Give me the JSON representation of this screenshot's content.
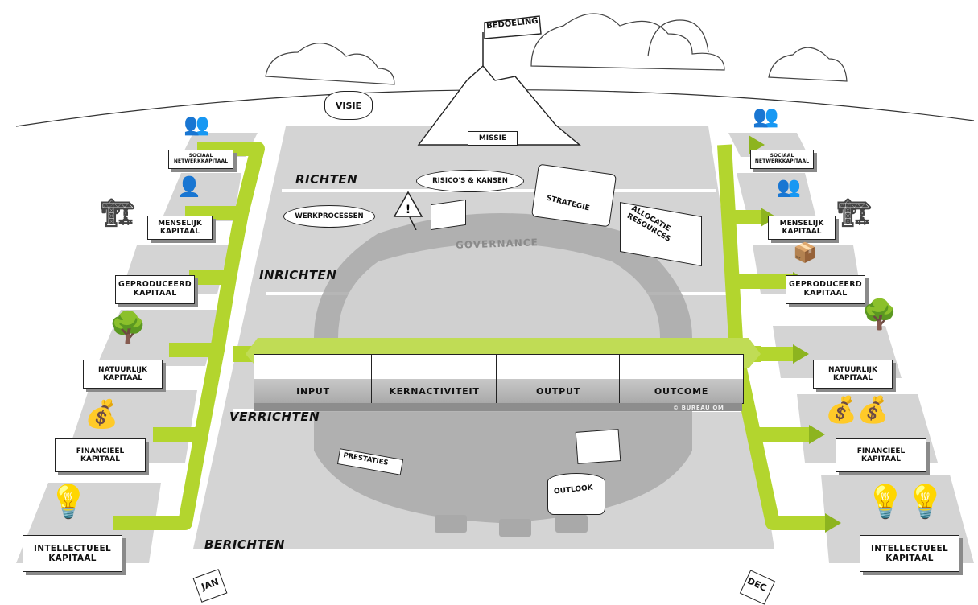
{
  "title_flag": "BEDOELING",
  "top": {
    "visie": "VISIE",
    "missie": "MISSIE"
  },
  "rows": [
    {
      "label": "RICHTEN"
    },
    {
      "label": "INRICHTEN"
    },
    {
      "label": "VERRICHTEN"
    },
    {
      "label": "BERICHTEN"
    }
  ],
  "richten_items": {
    "risicos": "RISICO'S & KANSEN",
    "werkprocessen": "WERKPROCESSEN",
    "strategie": "STRATEGIE",
    "allocatie_line1": "ALLOCATIE",
    "allocatie_line2": "RESOURCES",
    "governance": "GOVERNANCE"
  },
  "process": {
    "steps": [
      {
        "label": "INPUT"
      },
      {
        "label": "KERNACTIVITEIT"
      },
      {
        "label": "OUTPUT"
      },
      {
        "label": "OUTCOME"
      }
    ],
    "copyright": "© BUREAU OM"
  },
  "verrichten_items": {
    "prestaties": "PRESTATIES",
    "outlook": "OUTLOOK"
  },
  "calendar": {
    "start": "JAN",
    "end": "DEC"
  },
  "capitals_left": [
    {
      "line1": "SOCIAAL",
      "line2": "NETWERKKAPITAAL"
    },
    {
      "line1": "MENSELIJK",
      "line2": "KAPITAAL"
    },
    {
      "line1": "GEPRODUCEERD",
      "line2": "KAPITAAL"
    },
    {
      "line1": "NATUURLIJK",
      "line2": "KAPITAAL"
    },
    {
      "line1": "FINANCIEEL",
      "line2": "KAPITAAL"
    },
    {
      "line1": "INTELLECTUEEL",
      "line2": "KAPITAAL"
    }
  ],
  "capitals_right": [
    {
      "line1": "SOCIAAL",
      "line2": "NETWERKKAPITAAL"
    },
    {
      "line1": "MENSELIJK",
      "line2": "KAPITAAL"
    },
    {
      "line1": "GEPRODUCEERD",
      "line2": "KAPITAAL"
    },
    {
      "line1": "NATUURLIJK",
      "line2": "KAPITAAL"
    },
    {
      "line1": "FINANCIEEL",
      "line2": "KAPITAAL"
    },
    {
      "line1": "INTELLECTUEEL",
      "line2": "KAPITAAL"
    }
  ],
  "colors": {
    "accent_green": "#b3d52e",
    "green_dark": "#8db41f",
    "plane_gray": "#d4d4d4",
    "gear_gray": "#a8a8a8",
    "line_dark": "#222222"
  }
}
